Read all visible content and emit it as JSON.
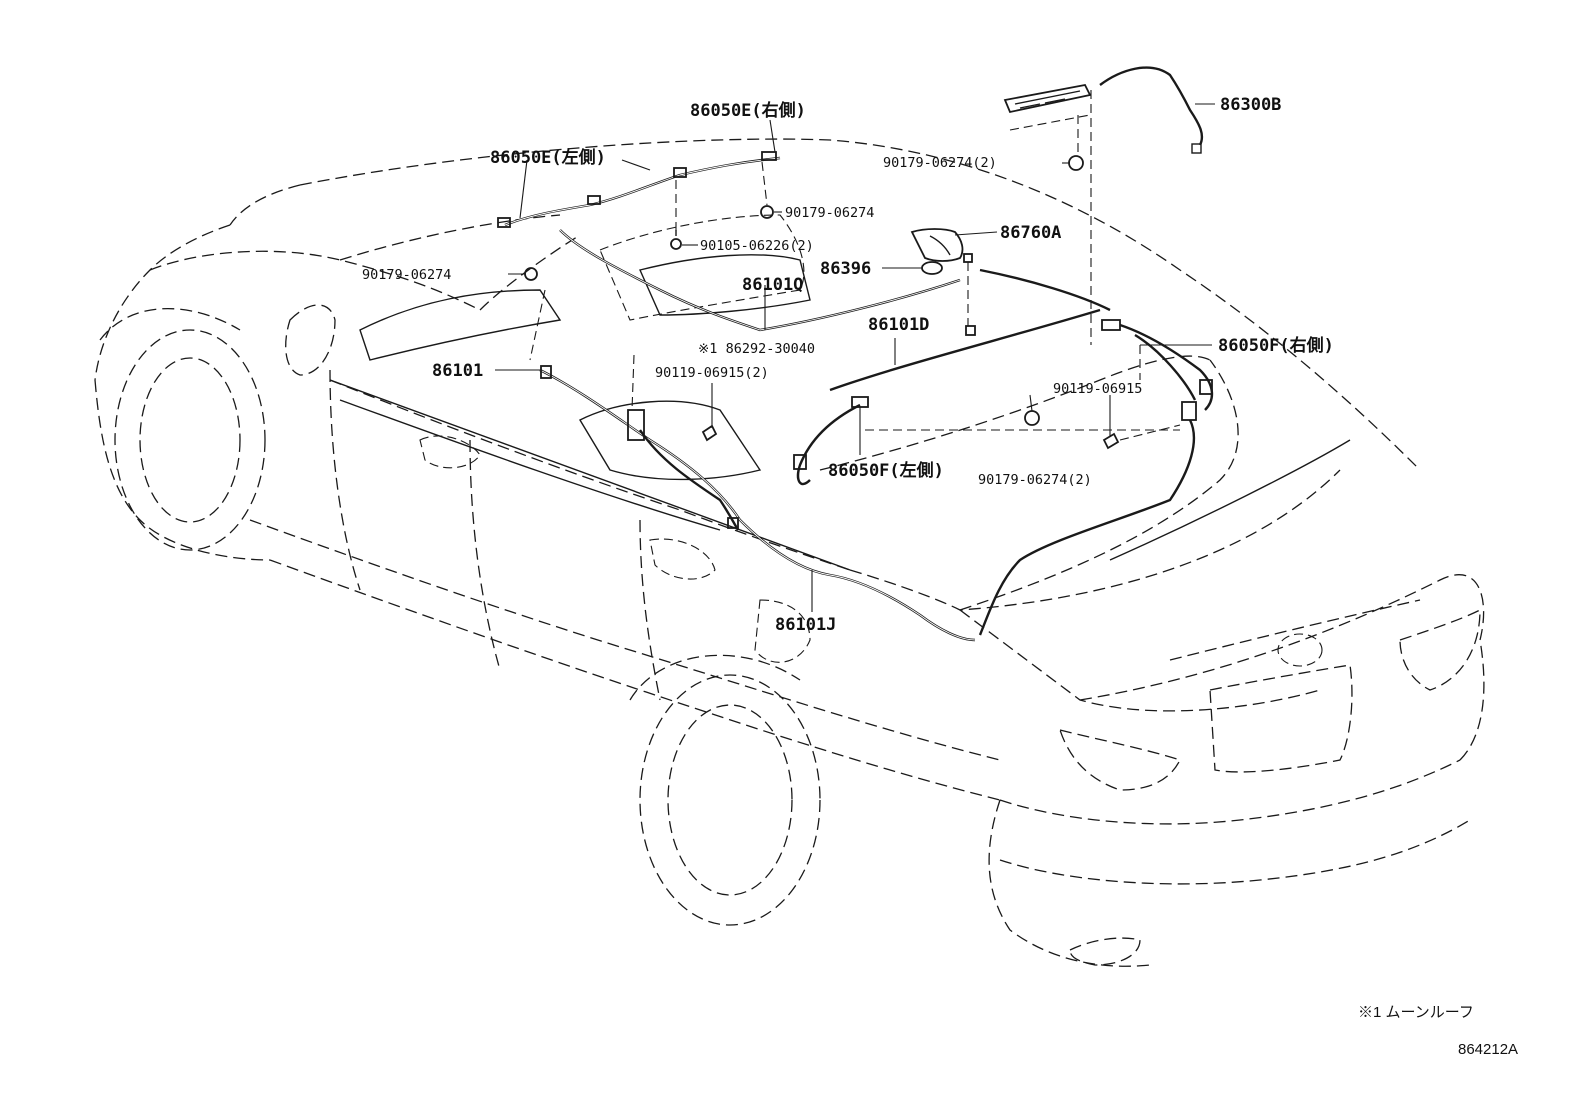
{
  "labels": {
    "p86300B": "86300B",
    "p86050E_r": "86050E(右側)",
    "p86050E_l": "86050E(左側)",
    "p90179_a": "90179-06274(2)",
    "p90179_b": "90179-06274",
    "p90105": "90105-06226(2)",
    "p86760A": "86760A",
    "p90179_c": "90179-06274",
    "p86396": "86396",
    "p86101Q": "86101Q",
    "p86101D": "86101D",
    "p86292": "※1 86292-30040",
    "p86050F_r": "86050F(右側)",
    "p86101": "86101",
    "p90119_a": "90119-06915(2)",
    "p90119_b": "90119-06915",
    "p86050F_l": "86050F(左側)",
    "p90179_d": "90179-06274(2)",
    "p86101J": "86101J"
  },
  "footnote": "※1 ムーンルーフ",
  "figure_code": "864212A"
}
